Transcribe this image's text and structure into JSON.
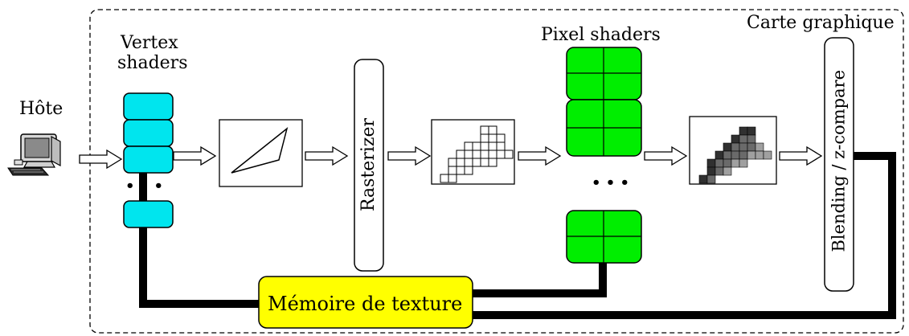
{
  "labels": {
    "card": "Carte graphique",
    "host": "Hôte",
    "vertex_line1": "Vertex",
    "vertex_line2": "shaders",
    "pixel": "Pixel shaders",
    "rasterizer": "Rasterizer",
    "blending": "Blending / z-compare",
    "memory": "Mémoire de texture",
    "ellipsis": "• • •"
  },
  "colors": {
    "vertex_shader": "#00e5ee",
    "pixel_shader": "#00ee00",
    "memory": "#ffff00",
    "grey_dark": "#303030",
    "grey_mid": "#6a6a6a",
    "grey_light": "#a0a0a0"
  }
}
